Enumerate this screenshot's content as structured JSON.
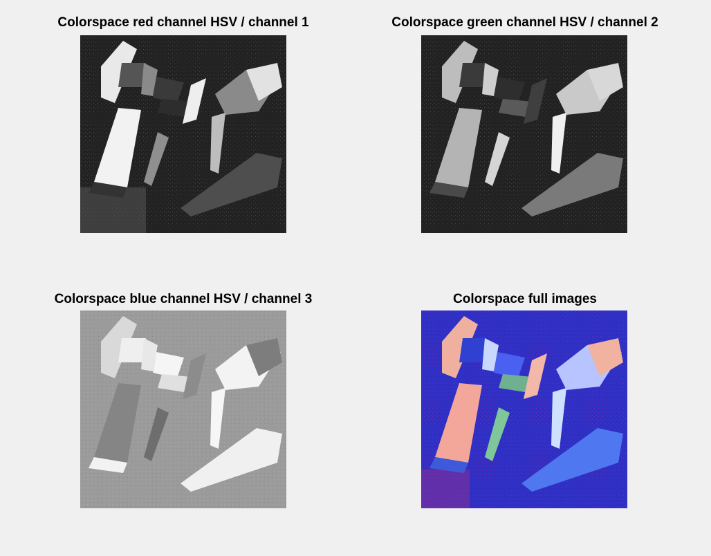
{
  "figure": {
    "panels": [
      {
        "title": "Colorspace red channel HSV /  channel 1",
        "image": "hue-channel-grayscale"
      },
      {
        "title": "Colorspace green channel HSV /  channel 2",
        "image": "saturation-channel-grayscale"
      },
      {
        "title": "Colorspace blue channel HSV /  channel 3",
        "image": "value-channel-grayscale"
      },
      {
        "title": "Colorspace full images",
        "image": "hsv-false-color"
      }
    ]
  },
  "colors": {
    "figure_bg": "#f0f0f0",
    "title": "#000000"
  }
}
